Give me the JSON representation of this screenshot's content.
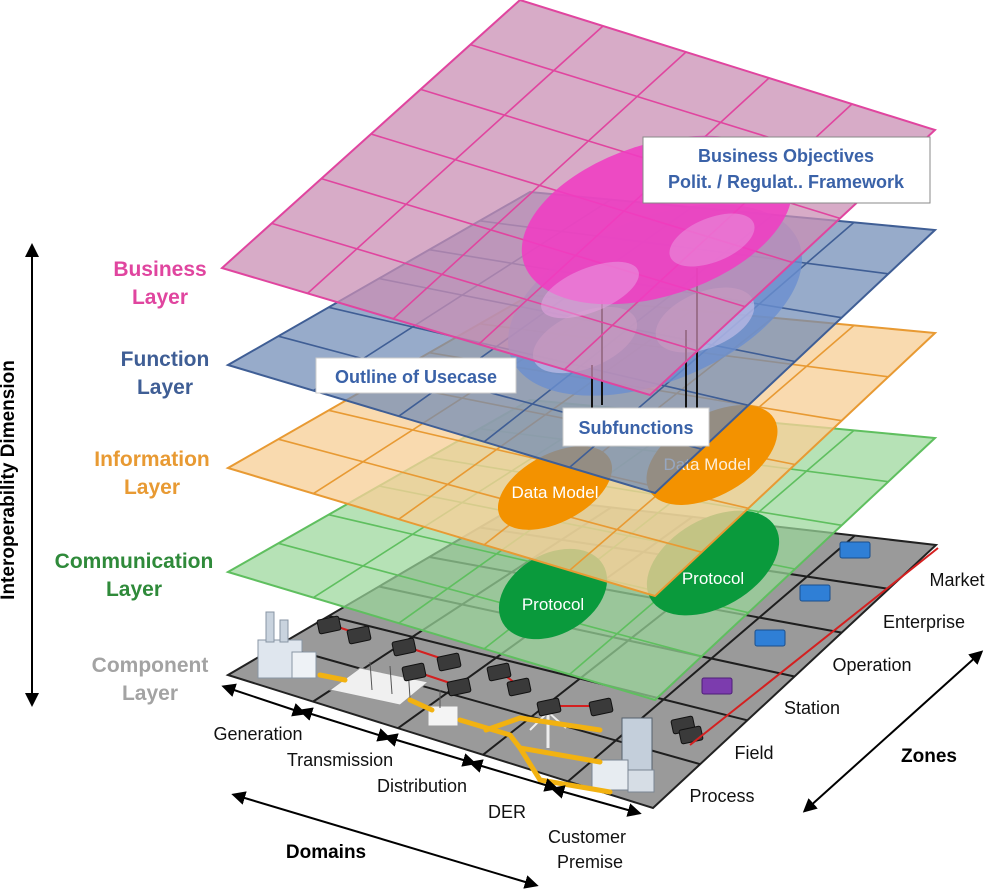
{
  "layers": {
    "business": {
      "line1": "Business",
      "line2": "Layer",
      "color": "#e0459f"
    },
    "function": {
      "line1": "Function",
      "line2": "Layer",
      "color": "#3f5e95"
    },
    "information": {
      "line1": "Information",
      "line2": "Layer",
      "color": "#e89a33"
    },
    "communication": {
      "line1": "Communication",
      "line2": "Layer",
      "color": "#2f8a3a"
    },
    "component": {
      "line1": "Component",
      "line2": "Layer",
      "color": "#a3a3a3"
    }
  },
  "vertical_axis": {
    "label": "Interoperability Dimension"
  },
  "callouts": {
    "business_objectives": {
      "line1": "Business Objectives",
      "line2": "Polit. / Regulat.. Framework"
    },
    "outline_of_usecase": "Outline of Usecase",
    "subfunctions": "Subfunctions"
  },
  "ellipses": {
    "data_model_left": "Data Model",
    "data_model_right": "Data Model",
    "protocol_left": "Protocol",
    "protocol_right": "Protocol"
  },
  "domains": {
    "title": "Domains",
    "items": [
      "Generation",
      "Transmission",
      "Distribution",
      "DER",
      "Customer",
      "Premise"
    ]
  },
  "zones": {
    "title": "Zones",
    "items": [
      "Market",
      "Enterprise",
      "Operation",
      "Station",
      "Field",
      "Process"
    ]
  },
  "colors": {
    "business_plane": "#c98fb4",
    "function_plane": "#6f8bb5",
    "information_plane": "#f4c48c",
    "communication_plane": "#9ad79a",
    "component_plane": "#b8b8b8",
    "pink_ellipse": "#f03cc3",
    "orange_ellipse": "#f39200",
    "green_ellipse": "#0a9a3c",
    "zone_device": "#2f7fd6",
    "station_device": "#7c3cae"
  }
}
